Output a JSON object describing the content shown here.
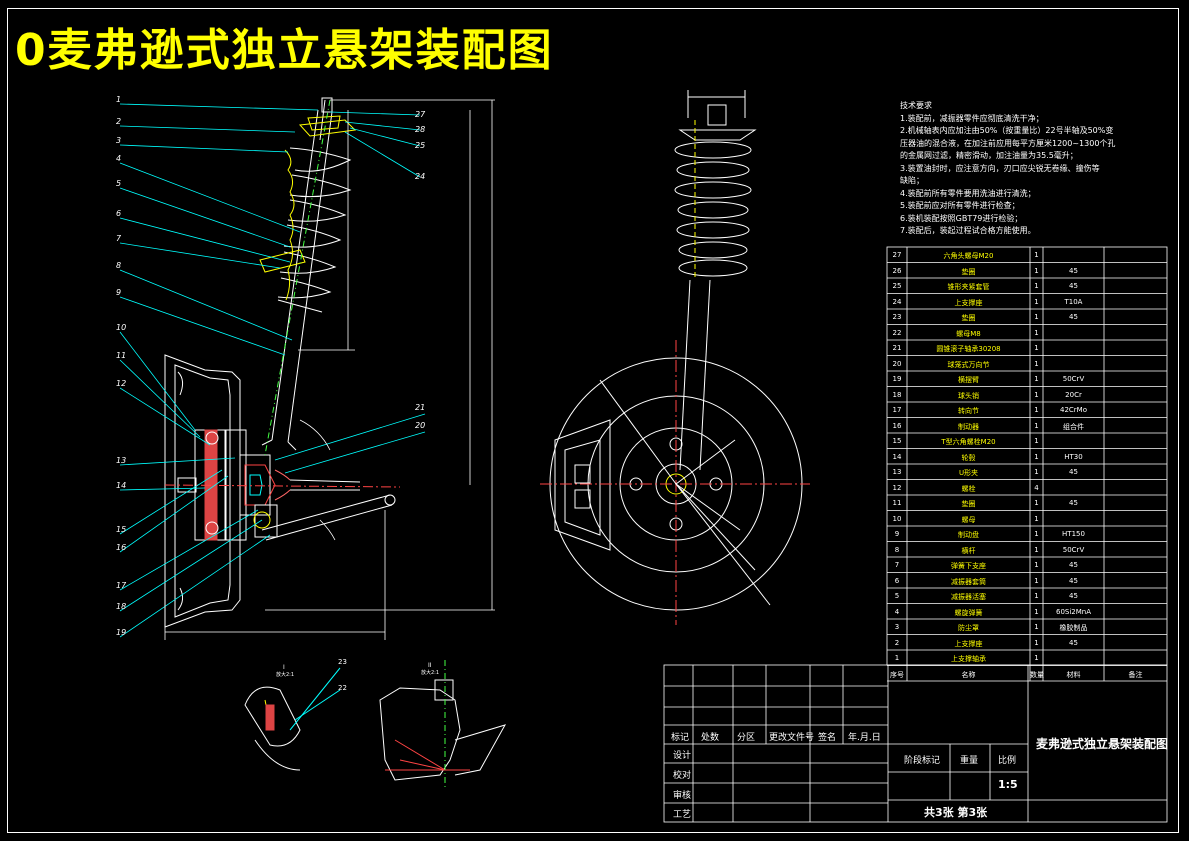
{
  "title": "0麦弗逊式独立悬架装配图",
  "tech_requirements": {
    "heading": "技术要求",
    "lines": [
      "1.装配前，减振器零件应彻底清洗干净；",
      "2.机械轴表内应加注由50%（按重量比）22号半轴及50%变",
      "压器油的混合液，在加注前应用每平方厘米1200~1300个孔",
      "的金属网过滤，精密滑动，加注油量为35.5毫升；",
      "3.装置油封时，应注意方向，刃口应尖锐无卷缘、撞伤等",
      "缺陷；",
      "4.装配前所有零件要用洗油进行清洗；",
      "5.装配前应对所有零件进行检查；",
      "6.装机装配按照GBT79进行检验；",
      "7.装配后，装起过程试合格方能使用。"
    ]
  },
  "bom": [
    {
      "no": "27",
      "name": "六角头螺母M20",
      "qty": "1",
      "material": "",
      "note": ""
    },
    {
      "no": "26",
      "name": "垫圈",
      "qty": "1",
      "material": "45",
      "note": ""
    },
    {
      "no": "25",
      "name": "锥形夹紧套管",
      "qty": "1",
      "material": "45",
      "note": ""
    },
    {
      "no": "24",
      "name": "上支撑座",
      "qty": "1",
      "material": "T10A",
      "note": ""
    },
    {
      "no": "23",
      "name": "垫圈",
      "qty": "1",
      "material": "45",
      "note": ""
    },
    {
      "no": "22",
      "name": "螺母M8",
      "qty": "1",
      "material": "",
      "note": ""
    },
    {
      "no": "21",
      "name": "圆锥滚子轴承30208",
      "qty": "1",
      "material": "",
      "note": ""
    },
    {
      "no": "20",
      "name": "球笼式万向节",
      "qty": "1",
      "material": "",
      "note": ""
    },
    {
      "no": "19",
      "name": "横摆臂",
      "qty": "1",
      "material": "50CrV",
      "note": ""
    },
    {
      "no": "18",
      "name": "球头销",
      "qty": "1",
      "material": "20Cr",
      "note": ""
    },
    {
      "no": "17",
      "name": "转向节",
      "qty": "1",
      "material": "42CrMo",
      "note": ""
    },
    {
      "no": "16",
      "name": "制动器",
      "qty": "1",
      "material": "组合件",
      "note": ""
    },
    {
      "no": "15",
      "name": "T型六角螺栓M20",
      "qty": "1",
      "material": "",
      "note": ""
    },
    {
      "no": "14",
      "name": "轮毂",
      "qty": "1",
      "material": "HT30",
      "note": ""
    },
    {
      "no": "13",
      "name": "U形夹",
      "qty": "1",
      "material": "45",
      "note": ""
    },
    {
      "no": "12",
      "name": "螺栓",
      "qty": "4",
      "material": "",
      "note": ""
    },
    {
      "no": "11",
      "name": "垫圈",
      "qty": "1",
      "material": "45",
      "note": ""
    },
    {
      "no": "10",
      "name": "螺母",
      "qty": "1",
      "material": "",
      "note": ""
    },
    {
      "no": "9",
      "name": "制动盘",
      "qty": "1",
      "material": "HT150",
      "note": ""
    },
    {
      "no": "8",
      "name": "横杆",
      "qty": "1",
      "material": "50CrV",
      "note": ""
    },
    {
      "no": "7",
      "name": "弹簧下支座",
      "qty": "1",
      "material": "45",
      "note": ""
    },
    {
      "no": "6",
      "name": "减振器套筒",
      "qty": "1",
      "material": "45",
      "note": ""
    },
    {
      "no": "5",
      "name": "减振器活塞",
      "qty": "1",
      "material": "45",
      "note": ""
    },
    {
      "no": "4",
      "name": "螺旋弹簧",
      "qty": "1",
      "material": "60Si2MnA",
      "note": ""
    },
    {
      "no": "3",
      "name": "防尘罩",
      "qty": "1",
      "material": "橡胶制品",
      "note": ""
    },
    {
      "no": "2",
      "name": "上支撑座",
      "qty": "1",
      "material": "45",
      "note": ""
    },
    {
      "no": "1",
      "name": "上支撑轴承",
      "qty": "1",
      "material": "",
      "note": ""
    }
  ],
  "bom_header": {
    "no": "序号",
    "name": "名称",
    "qty": "数量",
    "material": "材料",
    "note": "备注"
  },
  "title_block": {
    "drawing_name": "麦弗逊式独立悬架装配图",
    "scale": "1:5",
    "sheet_info": "共3张  第3张",
    "labels": {
      "mark": "标记",
      "count": "处数",
      "zone": "分区",
      "change_doc": "更改文件号",
      "sign": "签名",
      "date": "年.月.日",
      "design": "设计",
      "check": "校对",
      "review": "审核",
      "process": "工艺",
      "stage_mark": "阶段标记",
      "weight": "重量",
      "ratio": "比例"
    }
  },
  "callouts_left": [
    "1",
    "2",
    "3",
    "4",
    "5",
    "6",
    "7",
    "8",
    "9",
    "10",
    "11",
    "12",
    "13",
    "14",
    "15",
    "16",
    "17",
    "18",
    "19"
  ],
  "callouts_right": [
    "27",
    "28",
    "25",
    "24",
    "21",
    "20"
  ],
  "detail_views": {
    "view1_label": "I",
    "view1_scale": "放大2:1",
    "view2_label": "II",
    "view2_scale": "放大2:1",
    "callout_23": "23",
    "callout_22": "22"
  }
}
